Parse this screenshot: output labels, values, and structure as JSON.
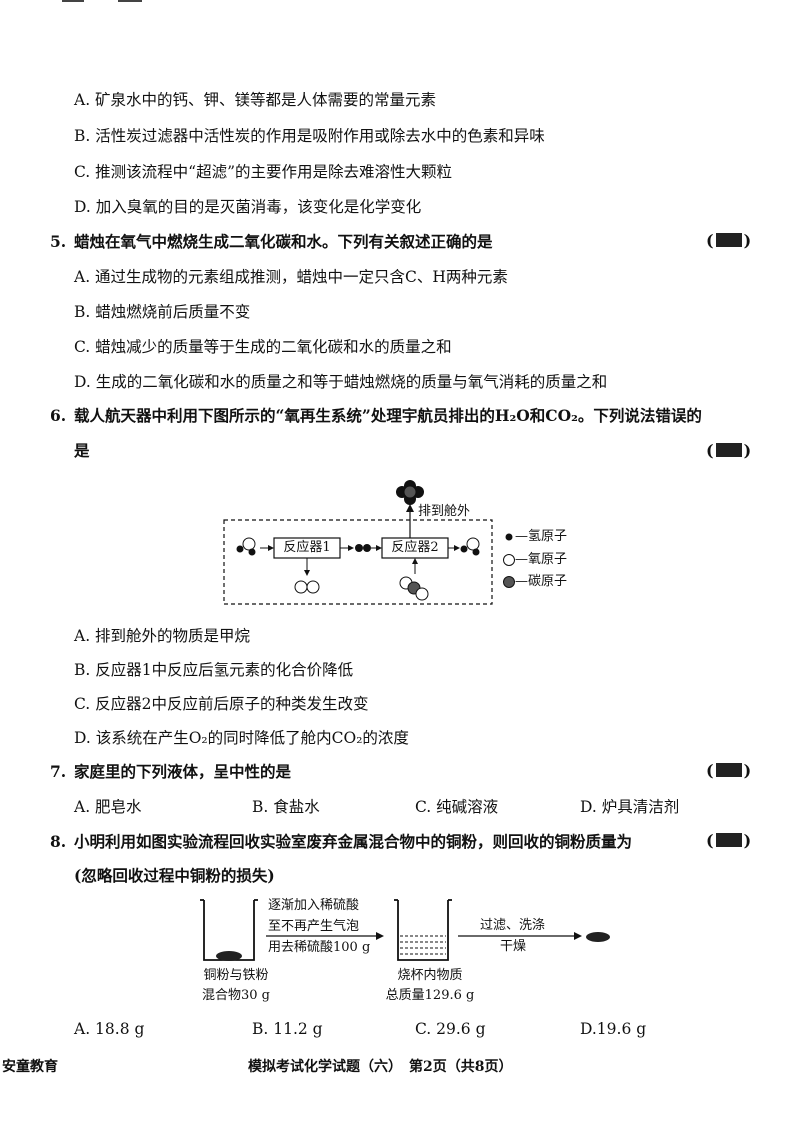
{
  "q4": {
    "options": [
      "A. 矿泉水中的钙、钾、镁等都是人体需要的常量元素",
      "B. 活性炭过滤器中活性炭的作用是吸附作用或除去水中的色素和异味",
      "C. 推测该流程中“超滤”的主要作用是除去难溶性大颗粒",
      "D. 加入臭氧的目的是灭菌消毒，该变化是化学变化"
    ]
  },
  "q5": {
    "num": "5.",
    "stem": "蜡烛在氧气中燃烧生成二氧化碳和水。下列有关叙述正确的是",
    "options": [
      "A. 通过生成物的元素组成推测，蜡烛中一定只含C、H两种元素",
      "B. 蜡烛燃烧前后质量不变",
      "C. 蜡烛减少的质量等于生成的二氧化碳和水的质量之和",
      "D. 生成的二氧化碳和水的质量之和等于蜡烛燃烧的质量与氧气消耗的质量之和"
    ]
  },
  "q6": {
    "num": "6.",
    "stem": "载人航天器中利用下图所示的“氧再生系统”处理宇航员排出的H₂O和CO₂。下列说法错误的",
    "stem2": "是",
    "diagram": {
      "reactor1": "反应器1",
      "reactor2": "反应器2",
      "vent": "排到舱外",
      "legend_h": "—氢原子",
      "legend_o": "—氧原子",
      "legend_c": "—碳原子"
    },
    "options": [
      "A. 排到舱外的物质是甲烷",
      "B. 反应器1中反应后氢元素的化合价降低",
      "C. 反应器2中反应前后原子的种类发生改变",
      "D. 该系统在产生O₂的同时降低了舱内CO₂的浓度"
    ]
  },
  "q7": {
    "num": "7.",
    "stem": "家庭里的下列液体，呈中性的是",
    "options": [
      "A. 肥皂水",
      "B. 食盐水",
      "C. 纯碱溶液",
      "D. 炉具清洁剂"
    ]
  },
  "q8": {
    "num": "8.",
    "stem": "小明利用如图实验流程回收实验室废弃金属混合物中的铜粉，则回收的铜粉质量为",
    "stem2": "(忽略回收过程中铜粉的损失)",
    "diagram": {
      "step1_l1": "逐渐加入稀硫酸",
      "step1_l2": "至不再产生气泡",
      "step1_l3": "用去稀硫酸100 g",
      "step2_l1": "过滤、洗涤",
      "step2_l2": "干燥",
      "beaker1_l1": "铜粉与铁粉",
      "beaker1_l2": "混合物30 g",
      "beaker2_l1": "烧杯内物质",
      "beaker2_l2": "总质量129.6 g"
    },
    "options": [
      "A. 18.8 g",
      "B. 11.2 g",
      "C. 29.6 g",
      "D.19.6 g"
    ]
  },
  "footer": {
    "left": "安童教育",
    "center": "模拟考试化学试题（六）　第2页（共8页）"
  }
}
